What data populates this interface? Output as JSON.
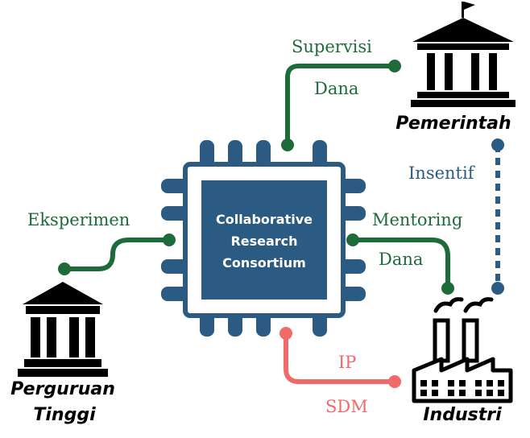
{
  "chip": {
    "line1": "Collaborative",
    "line2": "Research",
    "line3": "Consortium"
  },
  "nodes": {
    "government": "Pemerintah",
    "university_line1": "Perguruan",
    "university_line2": "Tinggi",
    "industry": "Industri"
  },
  "connections": {
    "supervisi": "Supervisi",
    "dana_top": "Dana",
    "eksperimen": "Eksperimen",
    "mentoring": "Mentoring",
    "dana_right": "Dana",
    "insentif": "Insentif",
    "ip": "IP",
    "sdm": "SDM"
  },
  "colors": {
    "green": "#1e6b3a",
    "blue": "#2b5b83",
    "red": "#f06a6a",
    "black": "#000000"
  }
}
